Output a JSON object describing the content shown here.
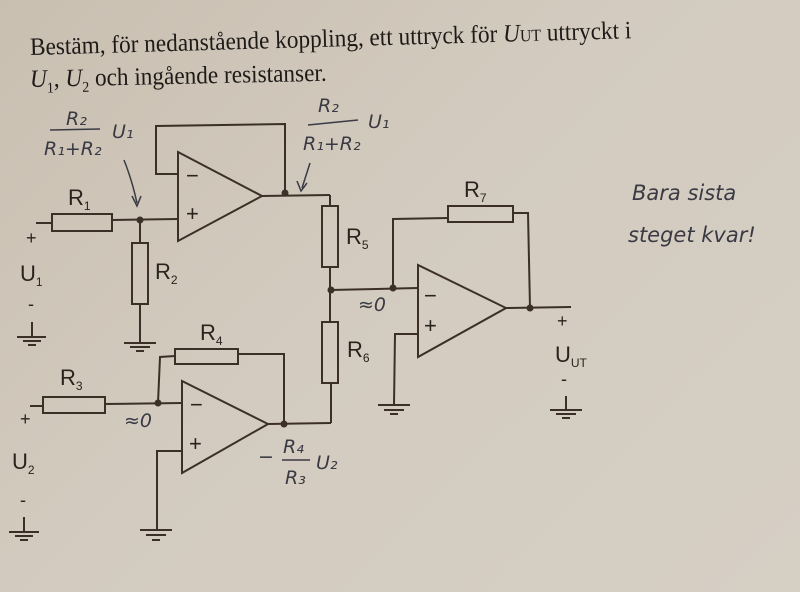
{
  "problem": {
    "line1_prefix": "Bestäm, för nedanstående koppling, ett uttryck för ",
    "line1_var": "U",
    "line1_var_sub": "UT",
    "line1_suffix": " uttryckt i",
    "line2_u1": "U",
    "line2_u1_sub": "1",
    "line2_sep": ", ",
    "line2_u2": "U",
    "line2_u2_sub": "2",
    "line2_suffix": " och ingående resistanser."
  },
  "circuit": {
    "resistors": [
      {
        "id": "R1",
        "label": "R",
        "sub": "1"
      },
      {
        "id": "R2",
        "label": "R",
        "sub": "2"
      },
      {
        "id": "R3",
        "label": "R",
        "sub": "3"
      },
      {
        "id": "R4",
        "label": "R",
        "sub": "4"
      },
      {
        "id": "R5",
        "label": "R",
        "sub": "5"
      },
      {
        "id": "R6",
        "label": "R",
        "sub": "6"
      },
      {
        "id": "R7",
        "label": "R",
        "sub": "7"
      }
    ],
    "sources": [
      {
        "id": "U1",
        "label": "U",
        "sub": "1",
        "plus": "+",
        "minus": "-"
      },
      {
        "id": "U2",
        "label": "U",
        "sub": "2",
        "plus": "+",
        "minus": "-"
      },
      {
        "id": "UUT",
        "label": "U",
        "sub": "UT",
        "plus": "+",
        "minus": "-"
      }
    ],
    "opamp_signs": {
      "minus": "−",
      "plus": "+"
    }
  },
  "annotations": {
    "node1_num": "R₂",
    "node1_den": "R₁+R₂",
    "node1_var": "U₁",
    "buffer_num": "R₂",
    "buffer_den": "R₁+R₂",
    "buffer_var": "U₁",
    "inv1_virtual": "≈0",
    "inv2_virtual": "≈0",
    "inv1_out_sign": "−",
    "inv1_out_num": "R₄",
    "inv1_out_den": "R₃",
    "inv1_out_var": "U₂",
    "note_line1": "Bara sista",
    "note_line2": "steget kvar!"
  }
}
